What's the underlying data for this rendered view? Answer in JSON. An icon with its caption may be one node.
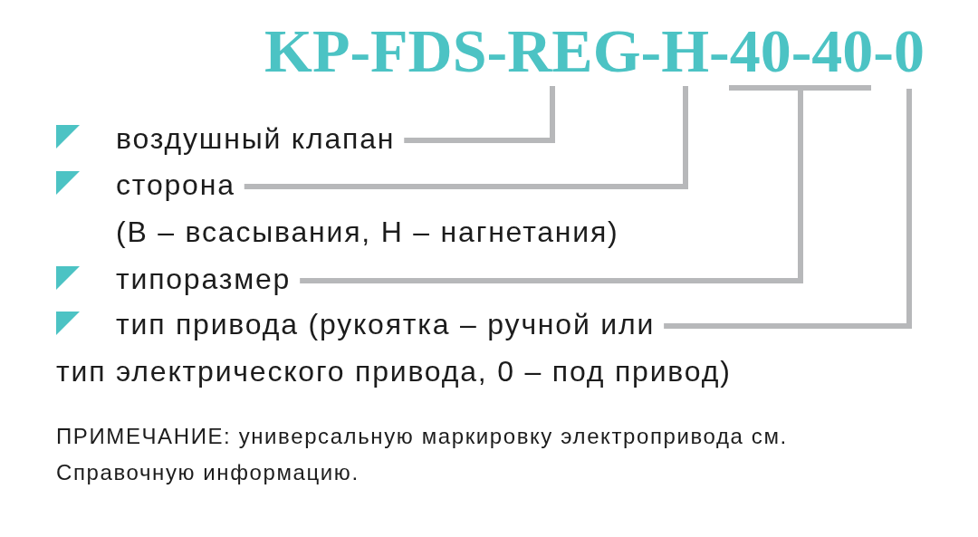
{
  "diagram": {
    "title": "KP-FDS-REG-H-40-40-0",
    "nodes": [
      {
        "text": [
          "воздушный клапан"
        ]
      },
      {
        "text": [
          "сторона"
        ],
        "beside": [
          "(В – всасывания, Н – нагнетания)"
        ]
      },
      {
        "text": [
          "типоразмер"
        ]
      },
      {
        "text": [
          "тип привода (рукоятка – ручной или тип электрического привода, 0 – под привод)"
        ]
      }
    ],
    "edges": [
      {
        "from": 0,
        "to": null,
        "arrow": "none"
      },
      {
        "from": 1,
        "to": null,
        "arrow": "none"
      },
      {
        "from": 2,
        "to": null,
        "arrow": "none"
      },
      {
        "from": 3,
        "to": null,
        "arrow": "none"
      }
    ],
    "labels": [
      "ПРИМЕЧАНИЕ: универсальную маркировку электропривода см. Справочную информацию."
    ]
  }
}
